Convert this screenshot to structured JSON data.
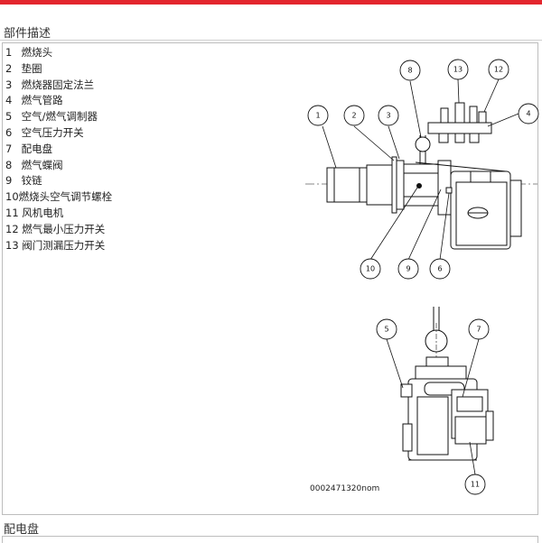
{
  "section_title": "部件描述",
  "parts": [
    {
      "num": "1",
      "label": "燃烧头"
    },
    {
      "num": "2",
      "label": "垫圈"
    },
    {
      "num": "3",
      "label": "燃烧器固定法兰"
    },
    {
      "num": "4",
      "label": "燃气管路"
    },
    {
      "num": "5",
      "label": "空气/燃气调制器"
    },
    {
      "num": "6",
      "label": "空气压力开关"
    },
    {
      "num": "7",
      "label": "配电盘"
    },
    {
      "num": "8",
      "label": "燃气蝶阀"
    },
    {
      "num": "9",
      "label": "铰链"
    },
    {
      "num": "10",
      "label": "燃烧头空气调节螺栓"
    },
    {
      "num": "11",
      "label": "风机电机"
    },
    {
      "num": "12",
      "label": "燃气最小压力开关"
    },
    {
      "num": "13",
      "label": "阀门测漏压力开关"
    }
  ],
  "drawing_code": "0002471320nom",
  "callouts": [
    "1",
    "2",
    "3",
    "8",
    "13",
    "12",
    "4",
    "10",
    "9",
    "6",
    "5",
    "7",
    "11"
  ],
  "next_section_title": "配电盘",
  "accent_color": "#e3262e"
}
